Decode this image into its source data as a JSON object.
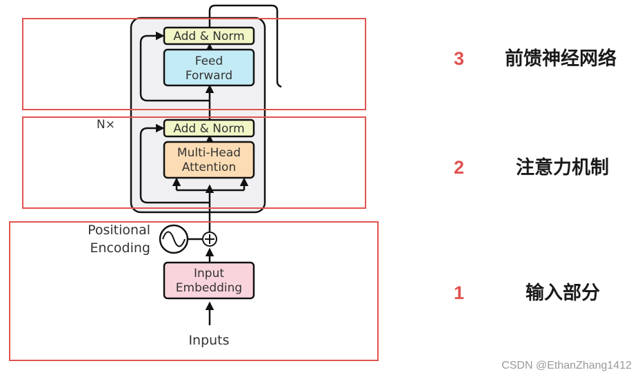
{
  "diagram": {
    "blocks": {
      "add_norm_top": "Add & Norm",
      "feed_forward_line1": "Feed",
      "feed_forward_line2": "Forward",
      "add_norm_mid": "Add & Norm",
      "mha_line1": "Multi-Head",
      "mha_line2": "Attention",
      "input_emb_line1": "Input",
      "input_emb_line2": "Embedding"
    },
    "nx_label": "N×",
    "positional_line1": "Positional",
    "positional_line2": "Encoding",
    "inputs_label": "Inputs"
  },
  "annotations": [
    {
      "number": "3",
      "text": "前馈神经网络"
    },
    {
      "number": "2",
      "text": "注意力机制"
    },
    {
      "number": "1",
      "text": "输入部分"
    }
  ],
  "watermark": "CSDN @EthanZhang1412",
  "colors": {
    "highlight_red": "#e0524f",
    "add_norm": "#f2f5c6",
    "feed_forward": "#c3ebf5",
    "attention": "#fbdcb4",
    "embedding": "#fad4dc",
    "encoder_bg": "#f0f0f2"
  }
}
